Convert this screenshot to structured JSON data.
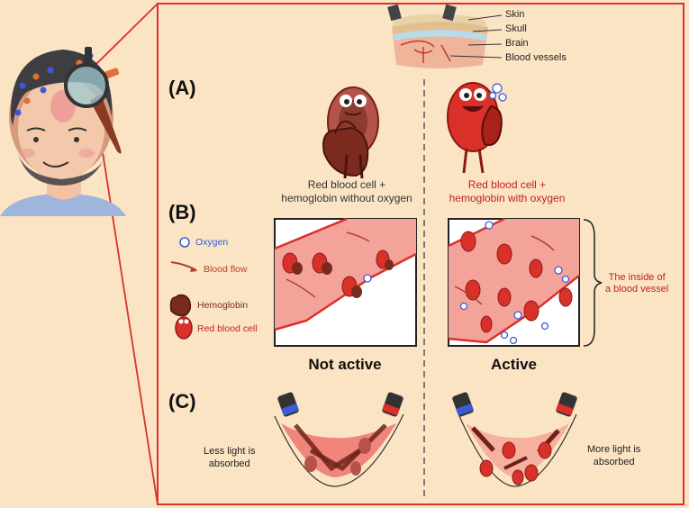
{
  "layers": [
    "Skin",
    "Skull",
    "Brain",
    "Blood vessels"
  ],
  "panels": {
    "a": "(A)",
    "b": "(B)",
    "c": "(C)"
  },
  "captions": {
    "left_line1": "Red blood cell +",
    "left_line2": "hemoglobin without oxygen",
    "right_line1": "Red blood cell +",
    "right_line2": "hemoglobin with oxygen"
  },
  "legend": {
    "oxygen": "Oxygen",
    "blood_flow": "Blood flow",
    "hemoglobin": "Hemoglobin",
    "red_blood_cell": "Red blood cell"
  },
  "vessel_note_line1": "The inside of",
  "vessel_note_line2": "a blood vessel",
  "states": {
    "left": "Not active",
    "right": "Active"
  },
  "absorption": {
    "left_line1": "Less light is",
    "left_line2": "absorbed",
    "right_line1": "More light is",
    "right_line2": "absorbed"
  },
  "colors": {
    "background": "#fbe4c4",
    "frame_red": "#d9322b",
    "cell_red": "#d9312a",
    "hemoglobin_dark": "#8b2a1f",
    "oxygen_blue": "#3b5bd6",
    "vessel_pink": "#f4a39a"
  }
}
